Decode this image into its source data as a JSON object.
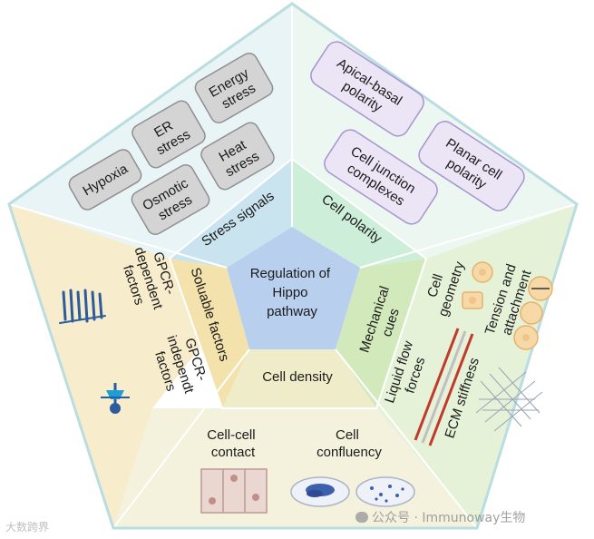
{
  "center": {
    "label_lines": [
      "Regulation of",
      "Hippo",
      "pathway"
    ]
  },
  "sections": {
    "stress_signals": {
      "title": "Stress signals",
      "items": [
        {
          "key": "hypoxia",
          "lines": [
            "Hypoxia"
          ]
        },
        {
          "key": "er_stress",
          "lines": [
            "ER",
            "stress"
          ]
        },
        {
          "key": "energy_stress",
          "lines": [
            "Energy",
            "stress"
          ]
        },
        {
          "key": "osmotic_stress",
          "lines": [
            "Osmotic",
            "stress"
          ]
        },
        {
          "key": "heat_stress",
          "lines": [
            "Heat",
            "stress"
          ]
        }
      ]
    },
    "cell_polarity": {
      "title": "Cell polarity",
      "items": [
        {
          "key": "apical_basal",
          "lines": [
            "Apical-basal",
            "polarity"
          ]
        },
        {
          "key": "planar_cell",
          "lines": [
            "Planar cell",
            "polarity"
          ]
        },
        {
          "key": "cell_junction",
          "lines": [
            "Cell junction",
            "complexes"
          ]
        }
      ]
    },
    "mechanical_cues": {
      "title_lines": [
        "Mechanical",
        "cues"
      ],
      "items": [
        {
          "key": "cell_geometry",
          "lines": [
            "Cell",
            "geometry"
          ]
        },
        {
          "key": "tension",
          "lines": [
            "Tension and",
            "attachment"
          ]
        },
        {
          "key": "liquid_flow",
          "lines": [
            "Liquid flow",
            "forces"
          ]
        },
        {
          "key": "ecm_stiffness",
          "lines": [
            "ECM stiffness"
          ]
        }
      ]
    },
    "cell_density": {
      "title": "Cell density",
      "items": [
        {
          "key": "cell_cell_contact",
          "lines": [
            "Cell-cell",
            "contact"
          ]
        },
        {
          "key": "cell_confluency",
          "lines": [
            "Cell",
            "confluency"
          ]
        }
      ]
    },
    "soluble_factors": {
      "title": "Soluable factors",
      "items": [
        {
          "key": "gpcr_dependent",
          "lines": [
            "GPCR-",
            "dependent",
            "factors"
          ]
        },
        {
          "key": "gpcr_independent",
          "lines": [
            "GPCR-",
            "independt",
            "factors"
          ]
        }
      ]
    }
  },
  "watermarks": {
    "left": "大数跨界",
    "right": "公众号 · Immunoway生物"
  },
  "colors": {
    "stress_outer": "#e9f4f6",
    "stress_inner": "#c9e4ef",
    "polarity_outer": "#ecf7f2",
    "polarity_inner": "#cdeed9",
    "mechanical_outer": "#e6f2d8",
    "mechanical_inner": "#d2e9bb",
    "density_outer": "#f4f1dd",
    "density_inner": "#eeecc9",
    "soluble_outer": "#f7eccb",
    "soluble_inner": "#f3e2ab",
    "center": "#b9cfee",
    "grey_box": "#d4d4d4",
    "lavender_box": "#ebe5f6",
    "border": "#b9dde0"
  }
}
